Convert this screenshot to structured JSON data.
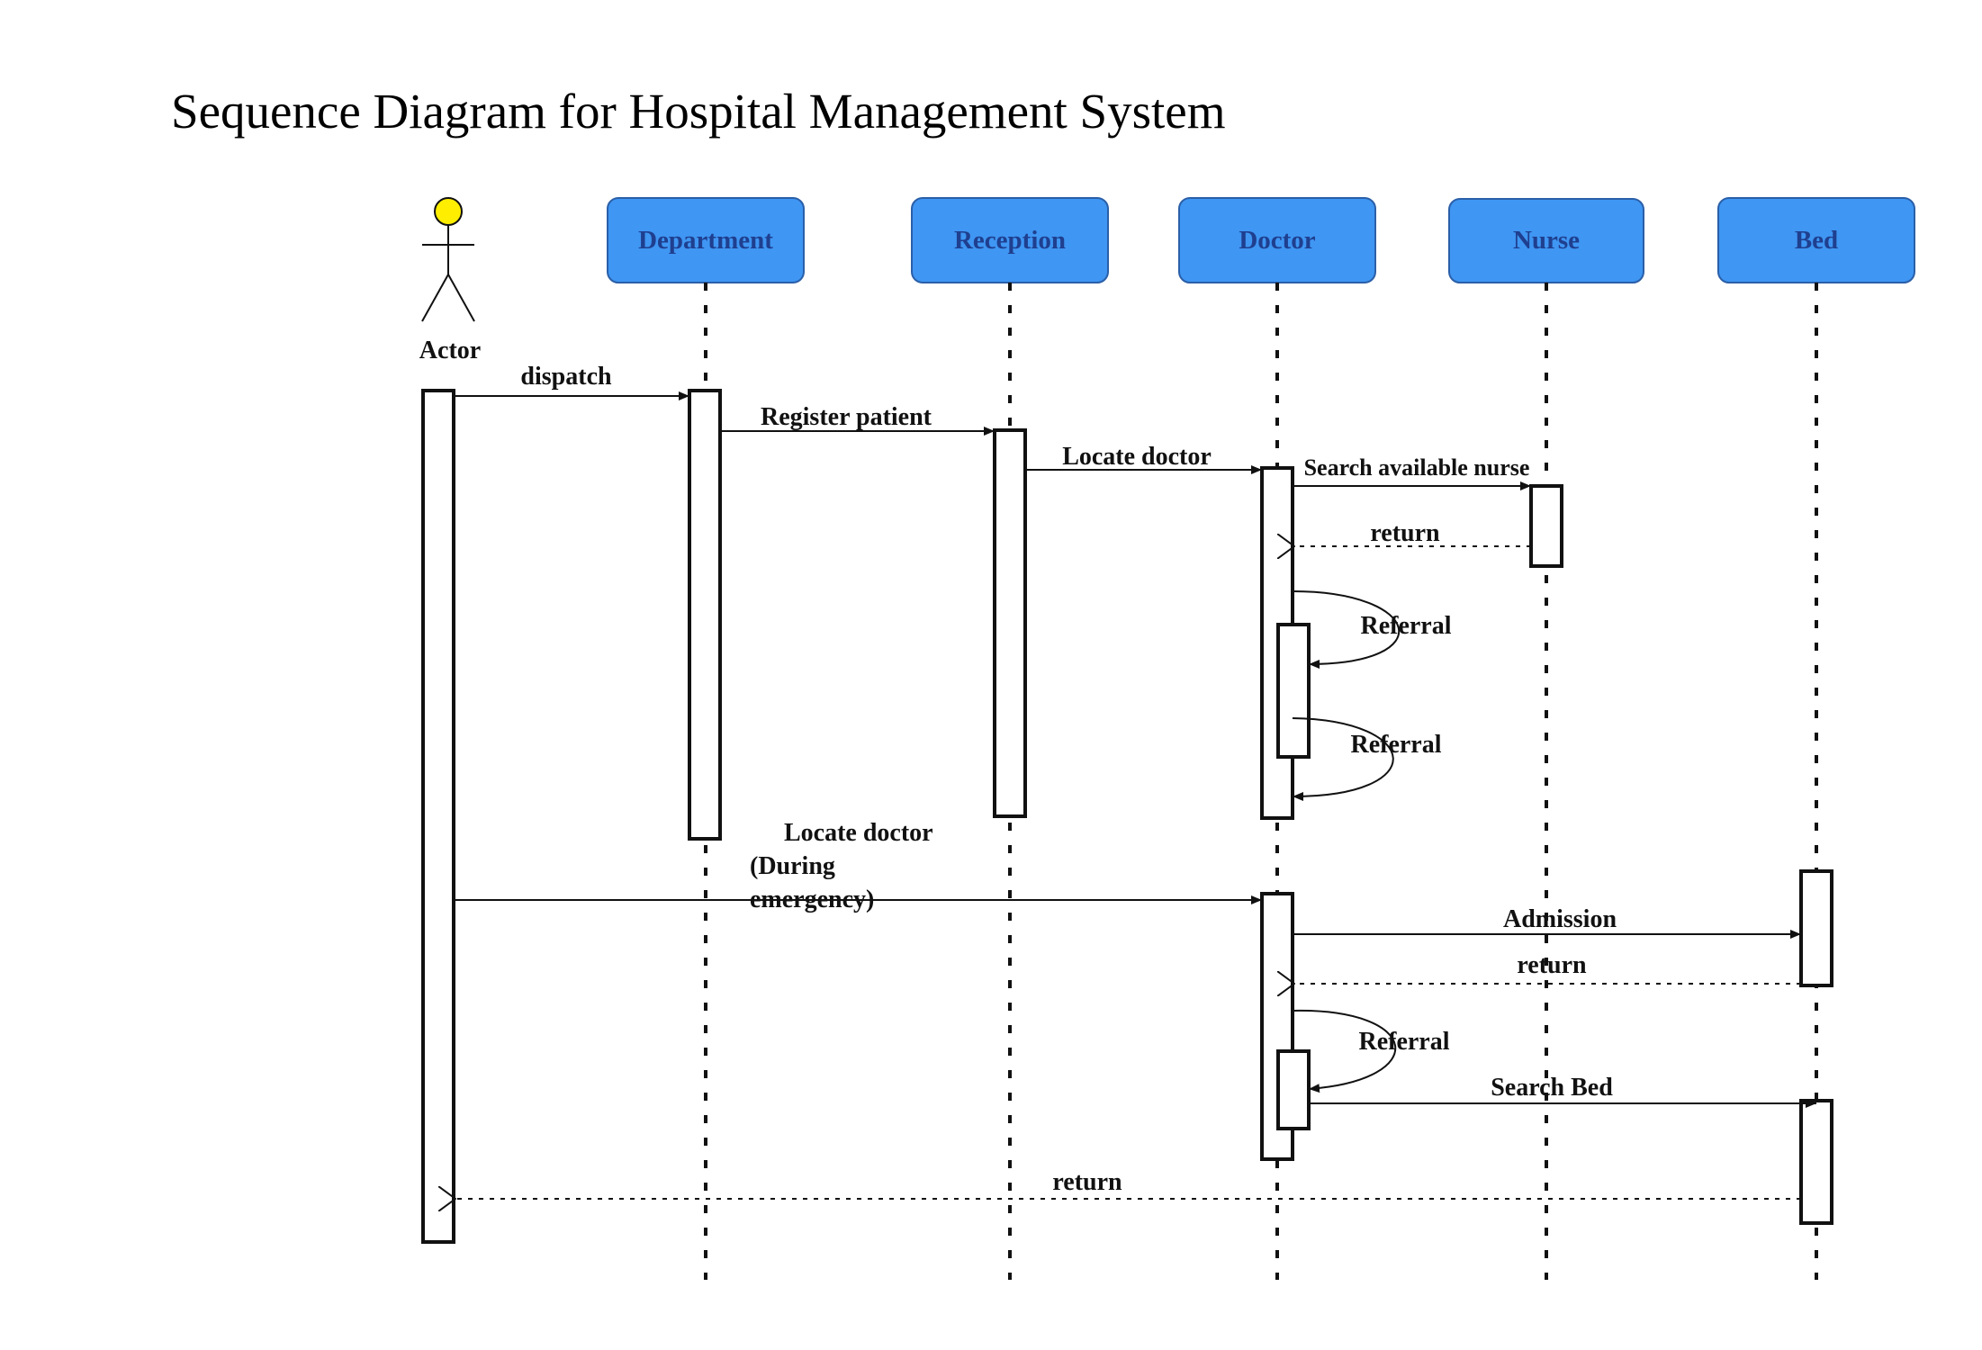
{
  "title": "Sequence Diagram for Hospital Management System",
  "colors": {
    "box_fill": "#3f96f3",
    "box_text": "#1f3f8f",
    "actor_head": "#ffee00",
    "line": "#111111"
  },
  "actor": {
    "label": "Actor"
  },
  "lifelines": [
    {
      "id": "department",
      "label": "Department"
    },
    {
      "id": "reception",
      "label": "Reception"
    },
    {
      "id": "doctor",
      "label": "Doctor"
    },
    {
      "id": "nurse",
      "label": "Nurse"
    },
    {
      "id": "bed",
      "label": "Bed"
    }
  ],
  "messages": [
    {
      "id": "dispatch",
      "label": "dispatch",
      "from": "actor",
      "to": "department",
      "kind": "sync"
    },
    {
      "id": "register-patient",
      "label": "Register patient",
      "from": "department",
      "to": "reception",
      "kind": "sync"
    },
    {
      "id": "locate-doctor",
      "label": "Locate doctor",
      "from": "reception",
      "to": "doctor",
      "kind": "sync"
    },
    {
      "id": "search-available-nurse",
      "label": "Search available nurse",
      "from": "doctor",
      "to": "nurse",
      "kind": "sync"
    },
    {
      "id": "return-nurse",
      "label": "return",
      "from": "nurse",
      "to": "doctor",
      "kind": "return"
    },
    {
      "id": "referral-1",
      "label": "Referral",
      "from": "doctor",
      "to": "doctor",
      "kind": "self"
    },
    {
      "id": "referral-2",
      "label": "Referral",
      "from": "doctor",
      "to": "doctor",
      "kind": "self"
    },
    {
      "id": "locate-doctor-emergency",
      "label_lines": [
        "Locate doctor",
        "(During",
        "emergency)"
      ],
      "from": "actor",
      "to": "doctor",
      "kind": "sync"
    },
    {
      "id": "admission",
      "label": "Admission",
      "from": "doctor",
      "to": "bed",
      "kind": "sync"
    },
    {
      "id": "return-bed",
      "label": "return",
      "from": "bed",
      "to": "doctor",
      "kind": "return"
    },
    {
      "id": "referral-3",
      "label": "Referral",
      "from": "doctor",
      "to": "doctor",
      "kind": "self"
    },
    {
      "id": "search-bed",
      "label": "Search Bed",
      "from": "doctor",
      "to": "bed",
      "kind": "sync"
    },
    {
      "id": "return-actor",
      "label": "return",
      "from": "bed",
      "to": "actor",
      "kind": "return"
    }
  ]
}
